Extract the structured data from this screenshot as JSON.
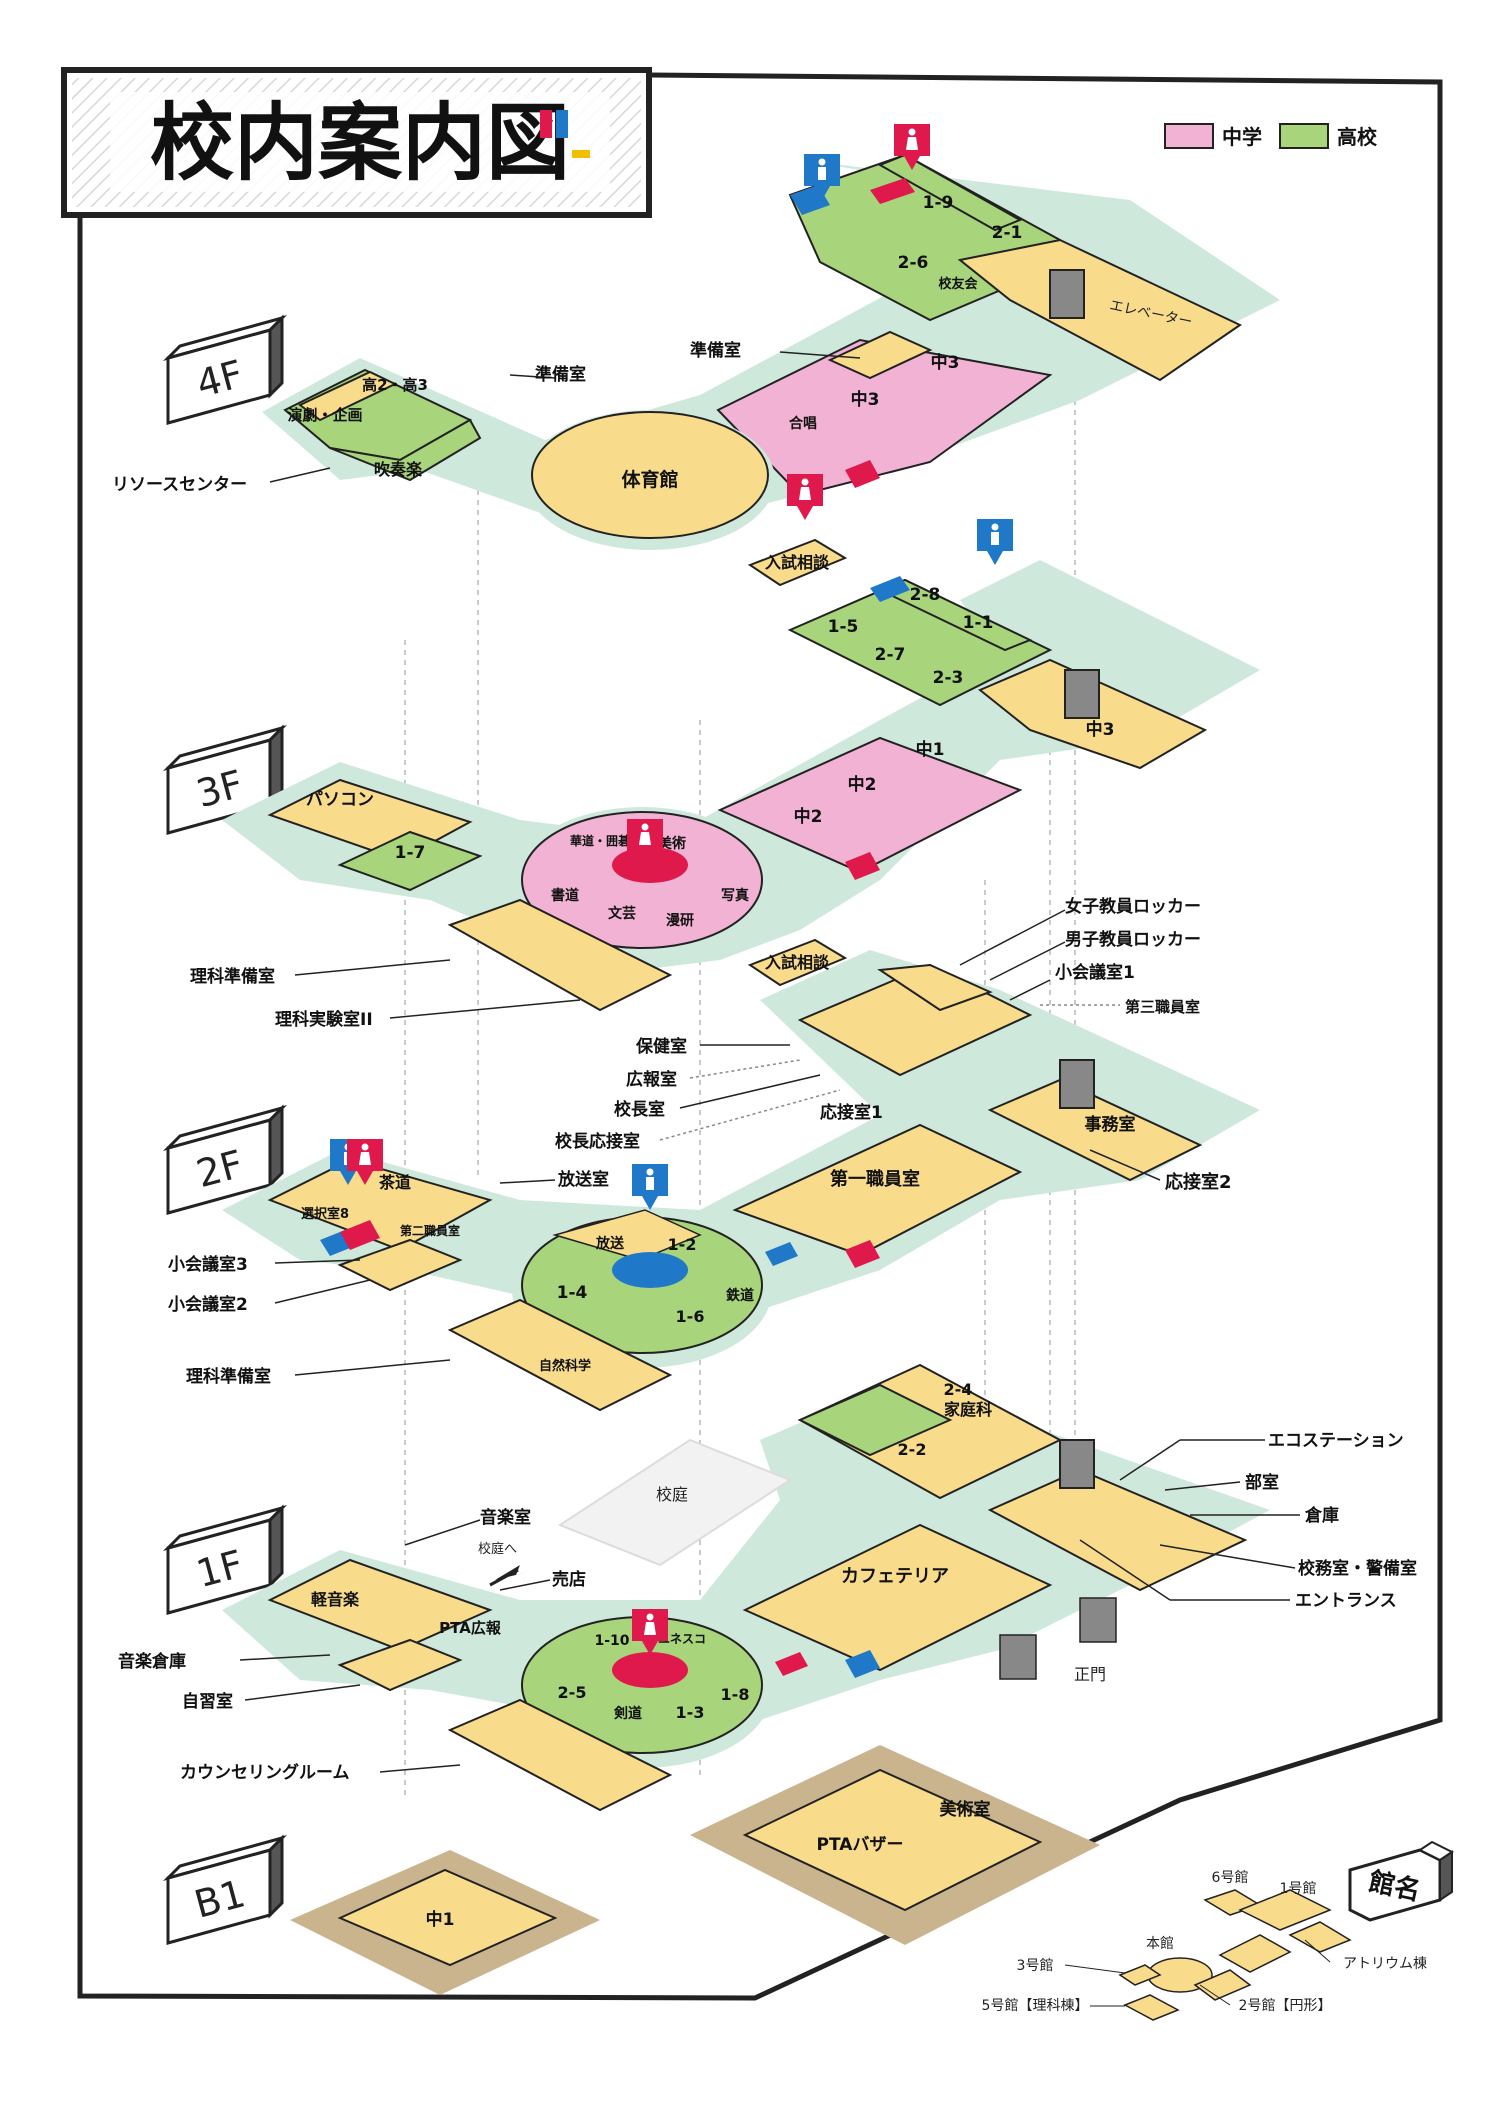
{
  "title": "校内案内図",
  "legend": [
    {
      "label": "中学",
      "color": "#f2b2d4"
    },
    {
      "label": "高校",
      "color": "#a8d47b"
    }
  ],
  "colors": {
    "junior": "#f2b2d4",
    "senior": "#a8d47b",
    "common": "#f8dc8c",
    "ground": "#cfe8dc",
    "basement": "#c9b48e",
    "female": "#e0194d",
    "male": "#1f78c8",
    "frame": "#222222"
  },
  "floors": [
    "4F",
    "3F",
    "2F",
    "1F",
    "B1"
  ],
  "f4": {
    "rooms": [
      "1-9",
      "2-1",
      "2-6",
      "校友会",
      "エレベーター",
      "中3",
      "中3",
      "合唱",
      "体育館",
      "高2・高3",
      "演劇・企画",
      "吹奏楽"
    ],
    "callouts": [
      "準備室",
      "準備室",
      "リソースセンター"
    ]
  },
  "f3": {
    "rooms": [
      "入試相談",
      "2-8",
      "1-1",
      "1-5",
      "2-7",
      "2-3",
      "中3",
      "中1",
      "中2",
      "中2",
      "パソコン",
      "1-7",
      "華道・囲碁",
      "美術",
      "書道",
      "文芸",
      "写真",
      "漫研"
    ],
    "callouts": [
      "理科準備室",
      "理科実験室II"
    ]
  },
  "f2": {
    "rooms": [
      "入試相談",
      "茶道",
      "選択室8",
      "第二職員室",
      "放送",
      "1-2",
      "1-4",
      "1-6",
      "鉄道",
      "第一職員室",
      "事務室",
      "自然科学"
    ],
    "callouts": [
      "女子教員ロッカー",
      "男子教員ロッカー",
      "小会議室1",
      "第三職員室",
      "保健室",
      "広報室",
      "校長室",
      "校長応接室",
      "応接室1",
      "応接室2",
      "放送室",
      "小会議室3",
      "小会議室2",
      "理科準備室"
    ]
  },
  "f1": {
    "rooms": [
      "2-4",
      "家庭科",
      "2-2",
      "校庭",
      "カフェテリア",
      "軽音楽",
      "PTA広報",
      "1-10",
      "ユネスコ",
      "2-5",
      "剣道",
      "1-3",
      "1-8",
      "正門"
    ],
    "callouts": [
      "エコステーション",
      "部室",
      "倉庫",
      "校務室・警備室",
      "エントランス",
      "音楽室",
      "校庭へ",
      "売店",
      "音楽倉庫",
      "自習室",
      "カウンセリングルーム"
    ]
  },
  "b1": {
    "rooms": [
      "中1",
      "PTAバザー",
      "美術室"
    ]
  },
  "buildings": {
    "title": "館名",
    "items": [
      "6号館",
      "1号館",
      "本館",
      "3号館",
      "アトリウム棟",
      "5号館【理科棟】",
      "2号館【円形】"
    ]
  }
}
